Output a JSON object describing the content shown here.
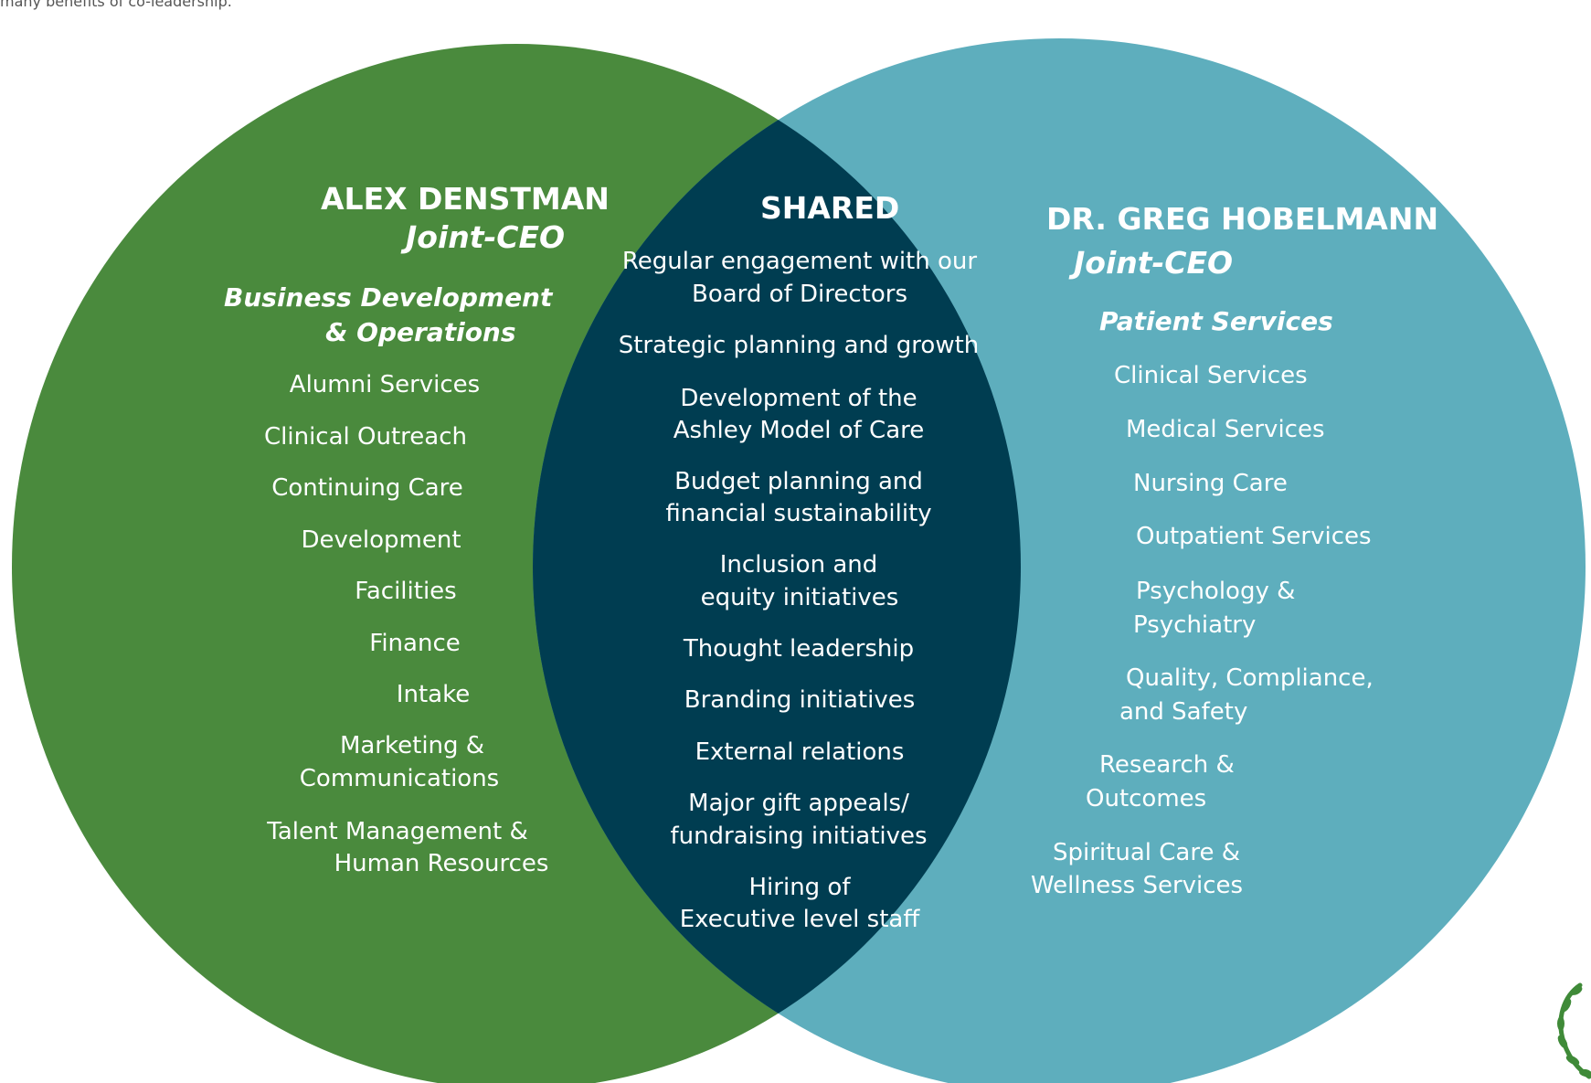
{
  "intro_text": "many benefits of co-leadership.",
  "colors": {
    "left_circle": "#4a8a3d",
    "right_circle": "#5eaebd",
    "overlap": "#003d51",
    "text": "#ffffff"
  },
  "left": {
    "name": "ALEX DENSTMAN",
    "title": "Joint-CEO",
    "area_line1": "Business Development",
    "area_line2": "& Operations",
    "items": [
      "Alumni Services",
      "Clinical Outreach",
      "Continuing Care",
      "Development",
      "Facilities",
      "Finance",
      "Intake",
      "Marketing &",
      "Communications",
      "Talent Management &",
      "Human Resources"
    ]
  },
  "shared": {
    "heading": "SHARED",
    "items": [
      "Regular engagement with our",
      "Board of Directors",
      "Strategic planning and growth",
      "Development of the",
      "Ashley Model of Care",
      "Budget planning and",
      "financial sustainability",
      "Inclusion and",
      "equity initiatives",
      "Thought leadership",
      "Branding initiatives",
      "External relations",
      "Major gift appeals/",
      "fundraising initiatives",
      "Hiring of",
      "Executive level staff"
    ]
  },
  "right": {
    "name": "DR. GREG HOBELMANN",
    "title": "Joint-CEO",
    "area": "Patient Services",
    "items": [
      "Clinical Services",
      "Medical Services",
      "Nursing Care",
      "Outpatient Services",
      "Psychology &",
      "Psychiatry",
      "Quality, Compliance,",
      "and Safety",
      "Research &",
      "Outcomes",
      "Spiritual Care &",
      "Wellness Services"
    ]
  }
}
